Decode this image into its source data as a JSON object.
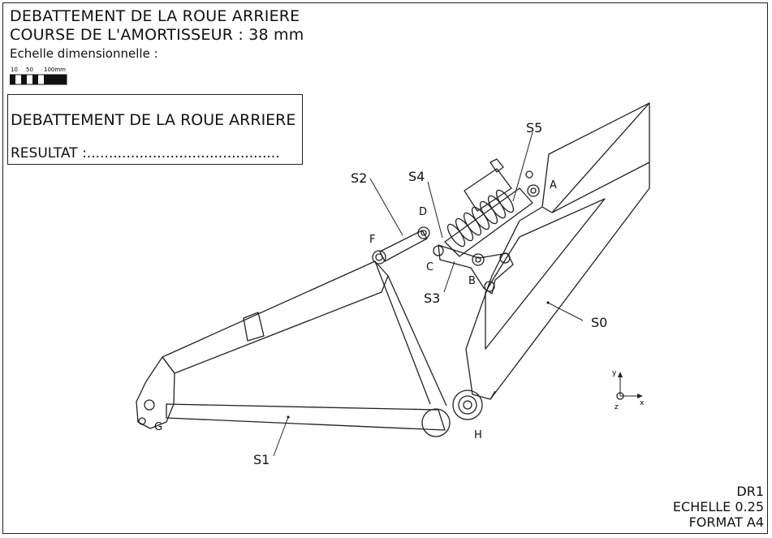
{
  "header": {
    "title_line1": "DEBATTEMENT DE LA ROUE ARRIERE",
    "title_line2": "COURSE DE L'AMORTISSEUR : 38 mm",
    "scale_caption": "Echelle dimensionnelle :",
    "scale_ticks": [
      "10",
      "50",
      "100mm"
    ]
  },
  "result_box": {
    "heading": "DEBATTEMENT DE LA ROUE ARRIERE",
    "result_label": "RESULTAT :............................................"
  },
  "parts": {
    "s0": "S0",
    "s1": "S1",
    "s2": "S2",
    "s3": "S3",
    "s4": "S4",
    "s5": "S5"
  },
  "points": {
    "a": "A",
    "b": "B",
    "c": "C",
    "d": "D",
    "f": "F",
    "g": "G",
    "h": "H"
  },
  "axes": {
    "y": "y",
    "x": "x",
    "z": "z"
  },
  "cartouche": {
    "ref": "DR1",
    "scale": "ECHELLE 0.25",
    "format": "FORMAT A4"
  }
}
